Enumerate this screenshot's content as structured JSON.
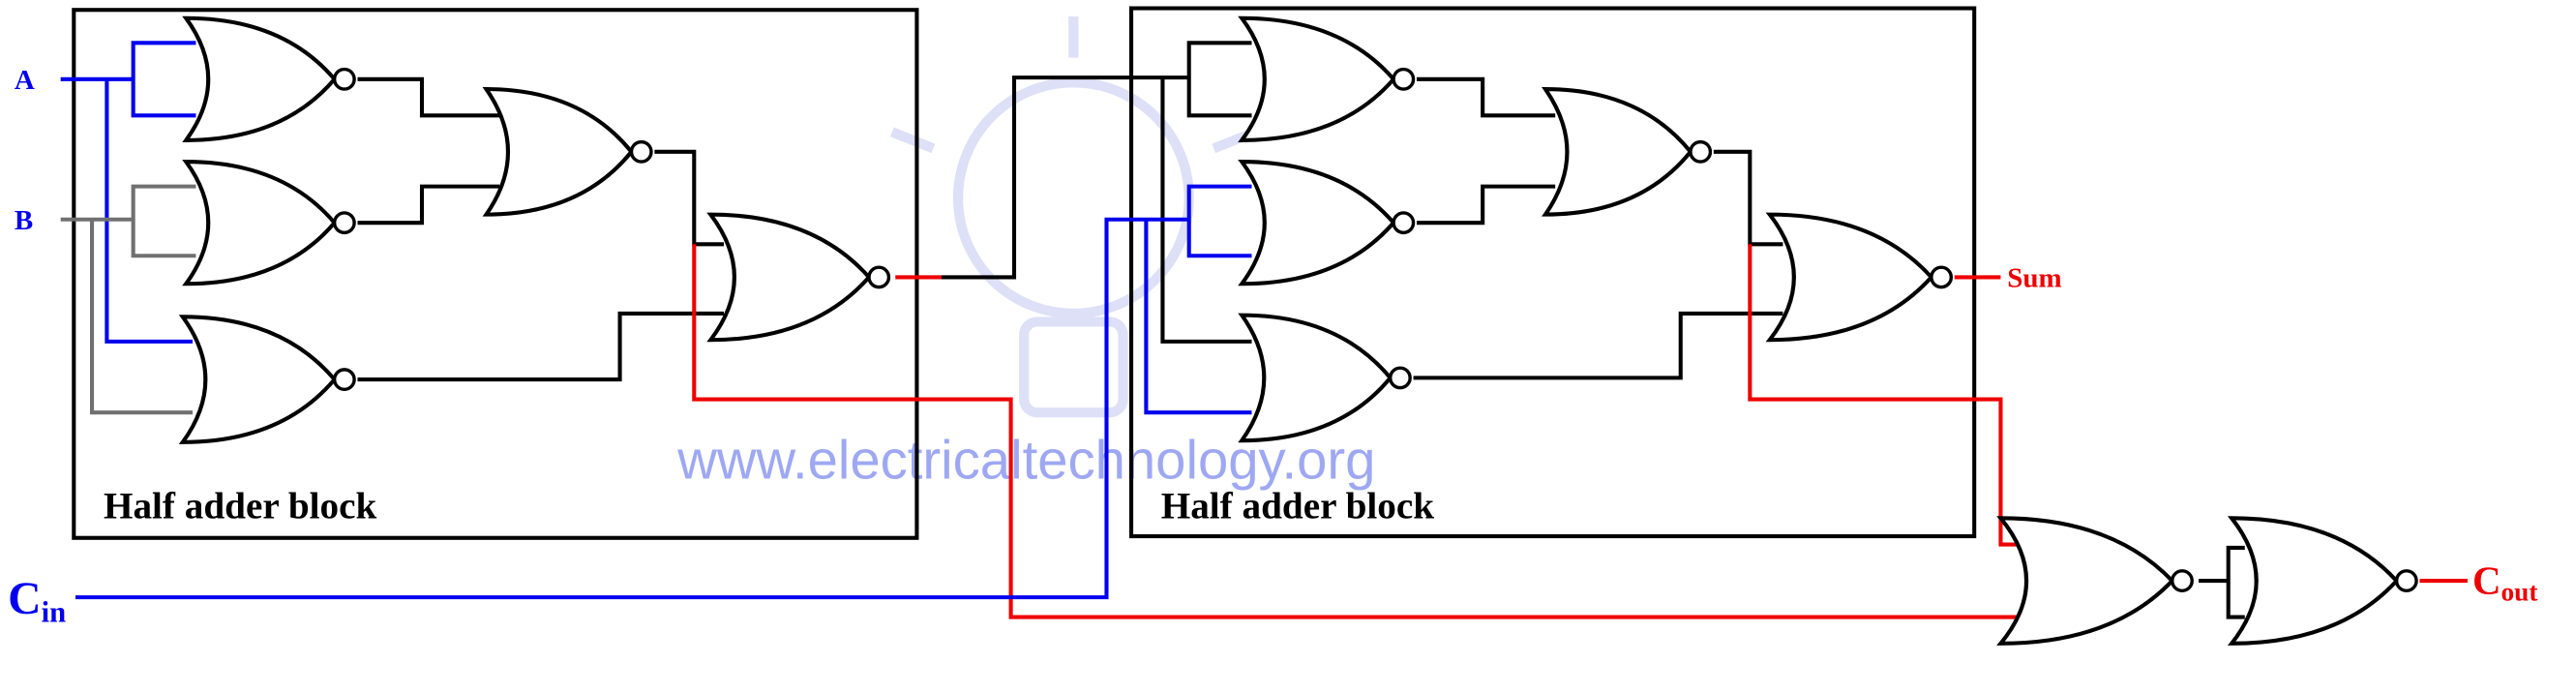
{
  "inputs": {
    "a": "A",
    "b": "B",
    "cin_main": "C",
    "cin_sub": "in"
  },
  "outputs": {
    "sum": "Sum",
    "cout_main": "C",
    "cout_sub": "out"
  },
  "blocks": [
    {
      "label": "Half adder block"
    },
    {
      "label": "Half adder block"
    }
  ],
  "watermark": "www.electricaltechnology.org",
  "colors": {
    "a_wire": "#0000ee",
    "b_wire": "#707070",
    "carry_wire": "#ee0000",
    "cin_wire": "#0000ee"
  }
}
